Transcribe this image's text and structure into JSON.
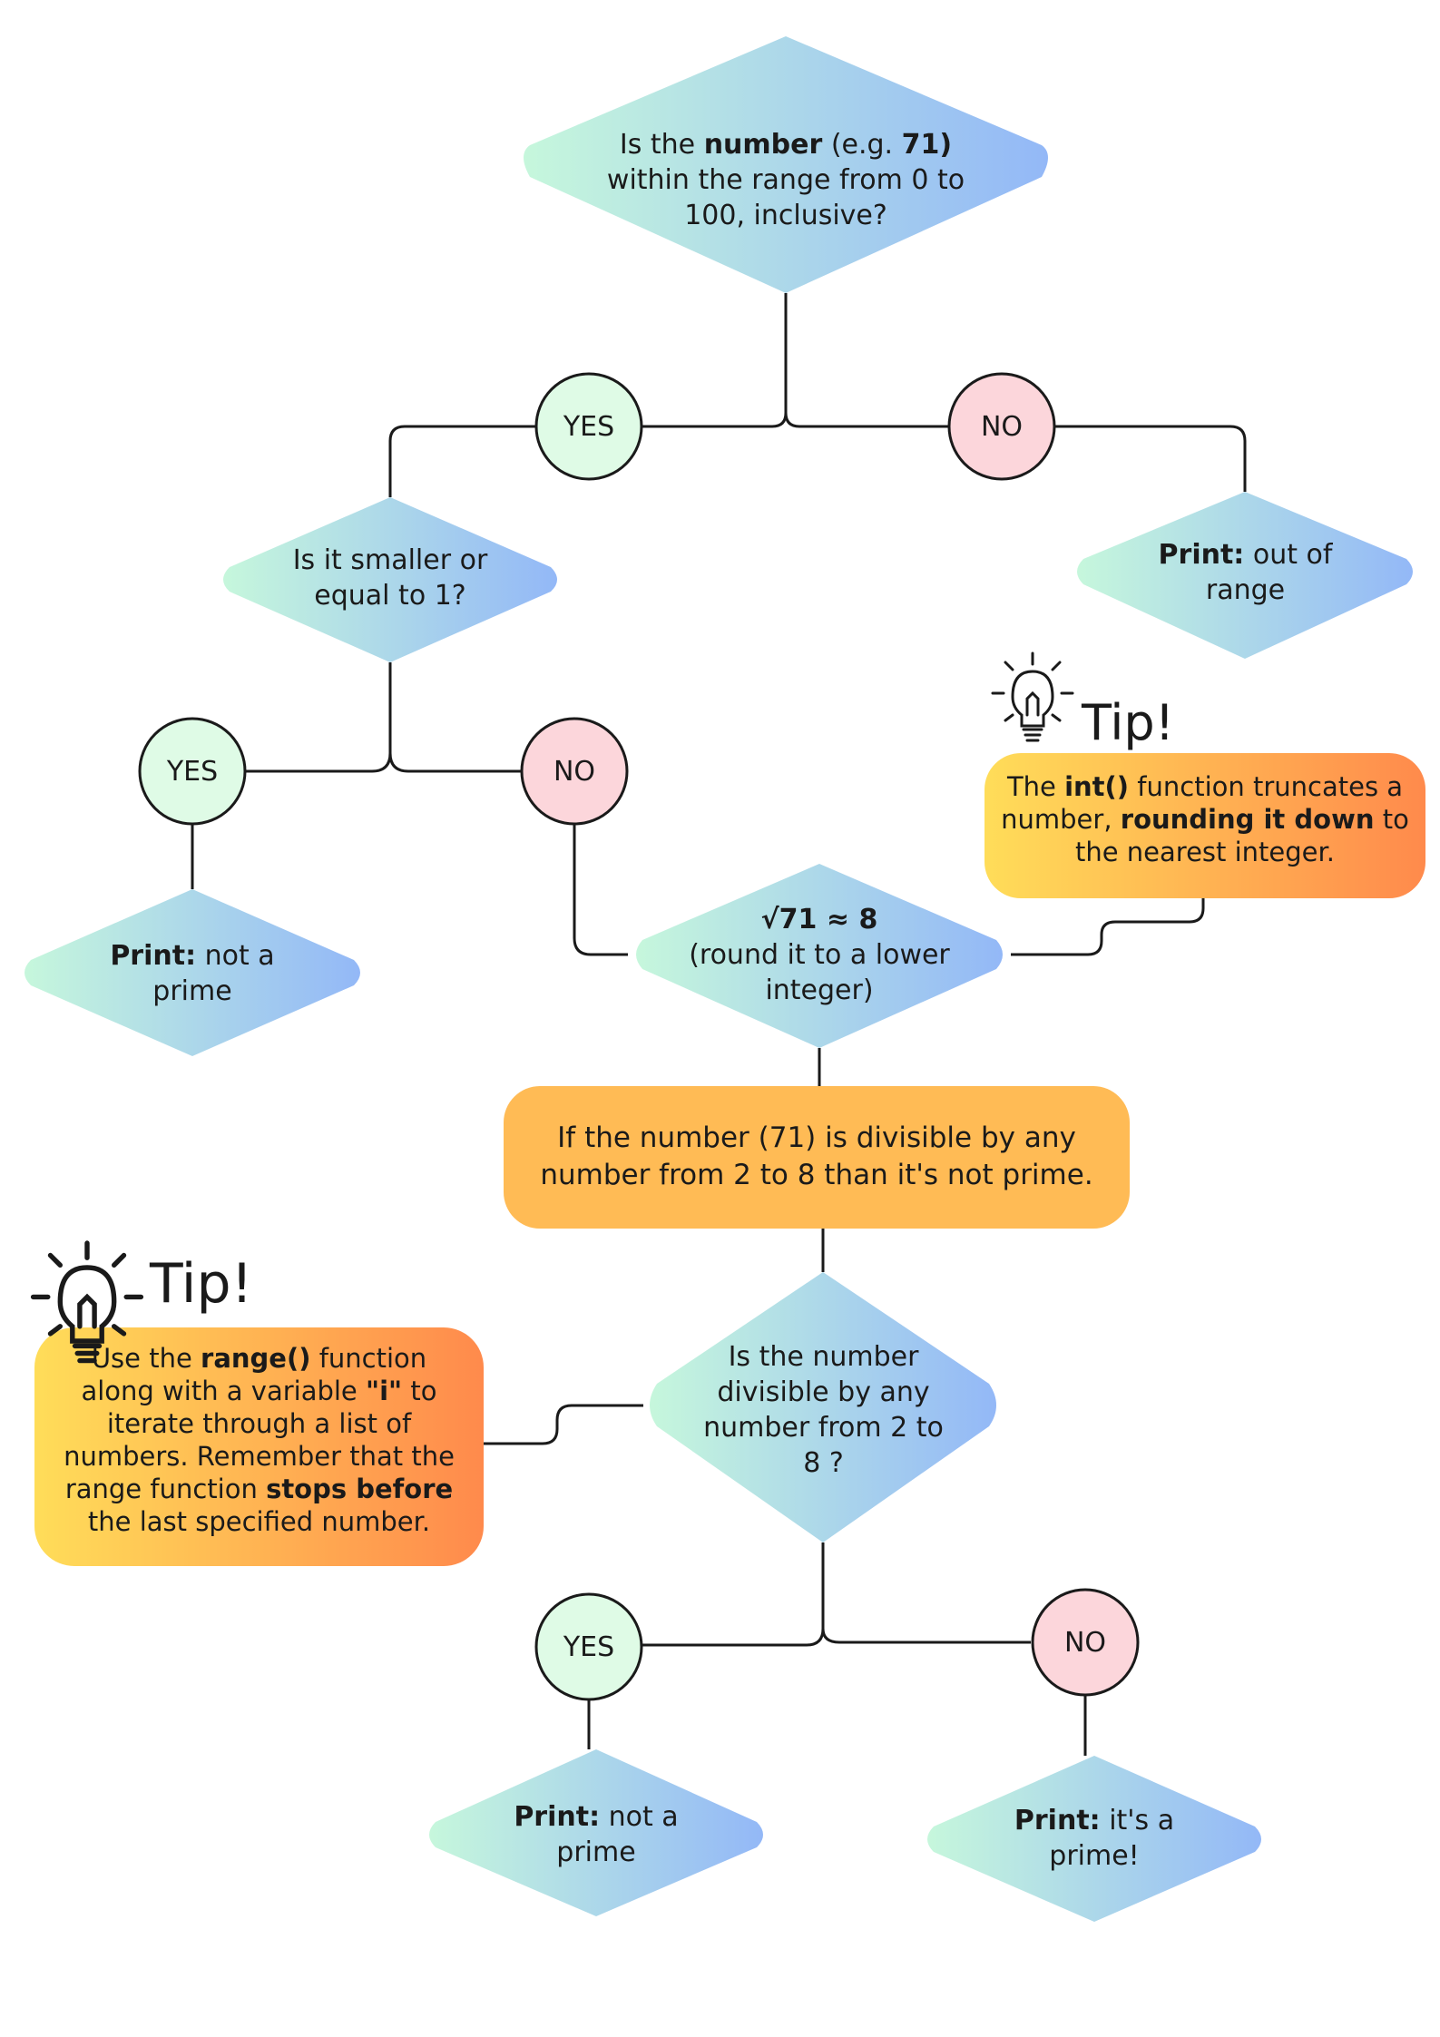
{
  "nodes": {
    "q_range": {
      "pre": "Is the ",
      "b1": "number",
      "mid": " (e.g. ",
      "b2": "71)",
      "post": " within the range from 0 to 100, inclusive?"
    },
    "q_small": {
      "text": "Is it smaller or equal to 1?"
    },
    "p_out": {
      "b": "Print:",
      "rest": " out of range"
    },
    "p_notprime1": {
      "b": "Print:",
      "rest": " not a prime"
    },
    "sqrt": {
      "b": "√71 ≈ 8",
      "rest": "(round it to a lower integer)"
    },
    "divisible_box": {
      "text": "If the number (71)  is divisible by any number from 2 to 8 than it's not prime."
    },
    "q_div": {
      "text": "Is the number divisible by any number from 2 to 8 ?"
    },
    "p_notprime2": {
      "b": "Print:",
      "rest": " not a prime"
    },
    "p_prime": {
      "b": "Print:",
      "rest": " it's a prime!"
    }
  },
  "answers": {
    "yes": "YES",
    "no": "NO"
  },
  "tips": {
    "tip1": {
      "title": "Tip!",
      "t1": "The ",
      "b1": "int()",
      "t2": " function truncates a number, ",
      "b2": "rounding it down",
      "t3": " to the nearest integer."
    },
    "tip2": {
      "title": "Tip!",
      "t1": "Use the ",
      "b1": "range()",
      "t2": " function along with a variable ",
      "b2": "\"i\"",
      "t3": " to iterate through a list of numbers. Remember that the range function ",
      "b3": "stops before",
      "t4": " the last specified number."
    }
  },
  "colors": {
    "diamond_start": "#c6f7dc",
    "diamond_end": "#93b8f7",
    "yes_fill": "#dffbe6",
    "no_fill": "#fcd6db",
    "tip_start": "#ffdd59",
    "tip_end": "#ff8a4c",
    "box_fill": "#ffbb55",
    "line": "#1a1a1a"
  }
}
